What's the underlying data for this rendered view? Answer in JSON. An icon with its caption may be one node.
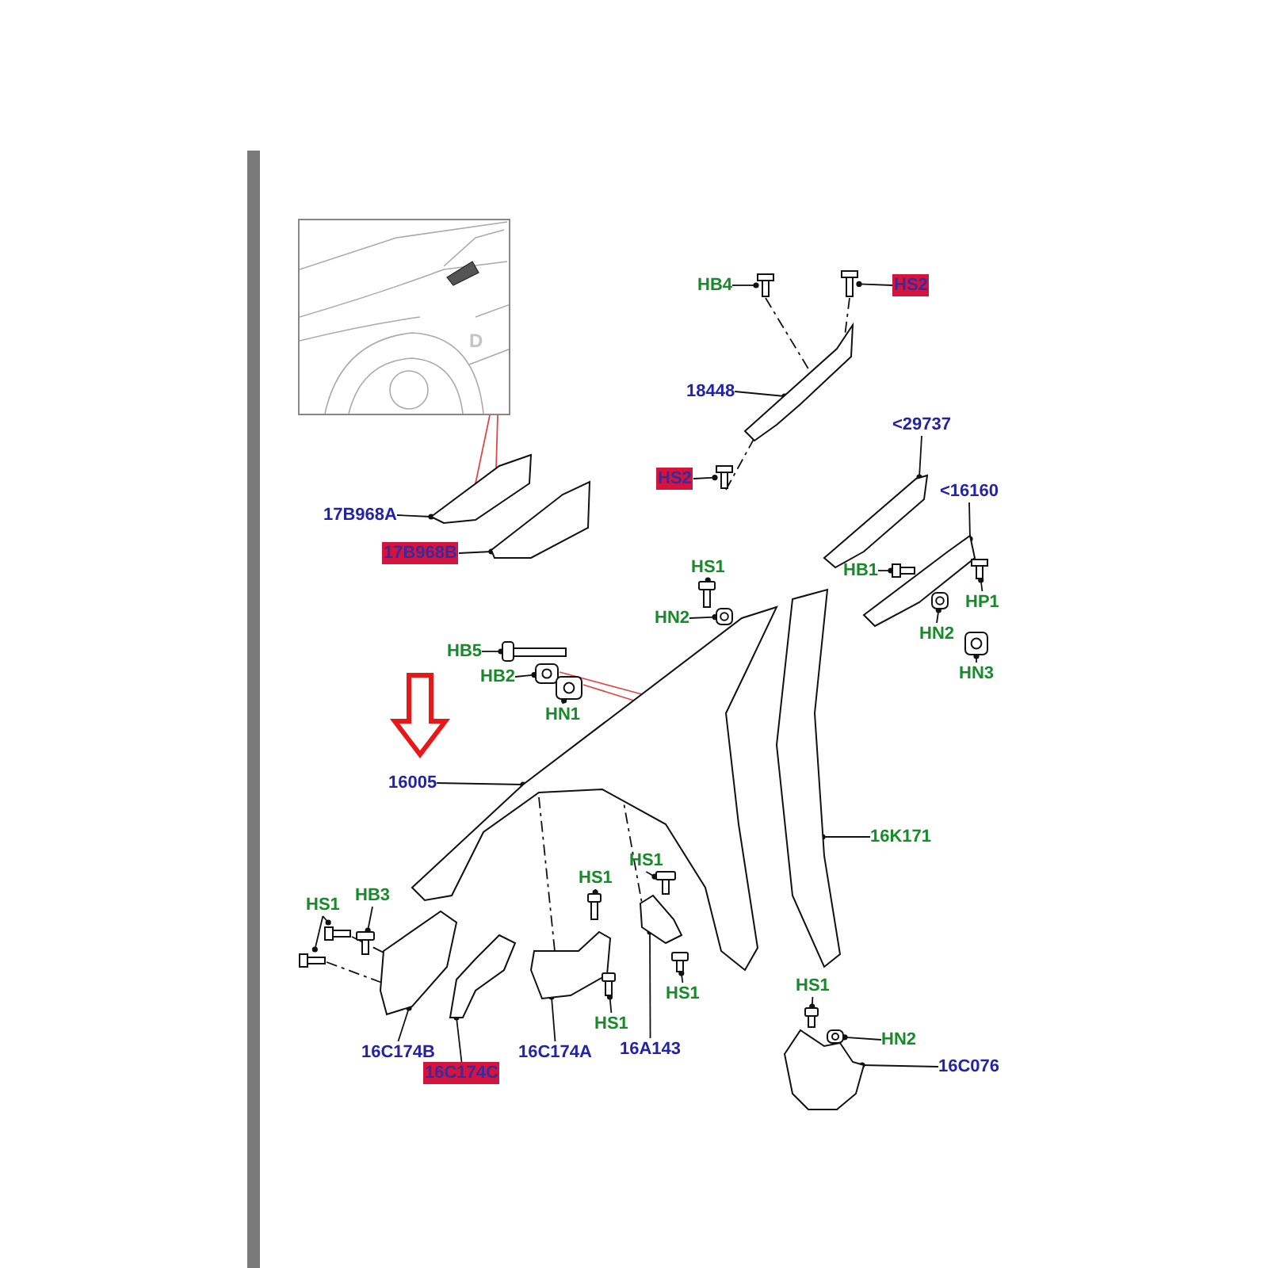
{
  "diagram": {
    "nodes": [
      {
        "text": [],
        "shape": "picture"
      },
      {
        "text": [
          "HB4"
        ]
      },
      {
        "text": [],
        "shape": "picture"
      },
      {
        "text": [
          "HS2"
        ]
      },
      {
        "text": [],
        "shape": "picture"
      },
      {
        "text": [
          "18448"
        ]
      },
      {
        "text": [],
        "shape": "picture"
      },
      {
        "text": [
          "HS2"
        ]
      },
      {
        "text": [],
        "shape": "picture"
      },
      {
        "text": [
          "<29737"
        ]
      },
      {
        "text": [],
        "shape": "picture"
      },
      {
        "text": [
          "<16160"
        ]
      },
      {
        "text": [],
        "shape": "picture"
      },
      {
        "text": [
          "17B968A"
        ]
      },
      {
        "text": [],
        "shape": "picture"
      },
      {
        "text": [
          "17B968B"
        ]
      },
      {
        "text": [],
        "shape": "picture"
      },
      {
        "text": [
          "HS1"
        ]
      },
      {
        "text": [],
        "shape": "picture"
      },
      {
        "text": [
          "HB1"
        ]
      },
      {
        "text": [],
        "shape": "picture"
      },
      {
        "text": [
          "HP1"
        ]
      },
      {
        "text": [],
        "shape": "picture"
      },
      {
        "text": [
          "HN2"
        ]
      },
      {
        "text": [],
        "shape": "picture"
      },
      {
        "text": [
          "HN2"
        ]
      },
      {
        "text": [],
        "shape": "picture"
      },
      {
        "text": [
          "HB5"
        ]
      },
      {
        "text": [],
        "shape": "picture"
      },
      {
        "text": [
          "HN3"
        ]
      },
      {
        "text": [],
        "shape": "picture"
      },
      {
        "text": [
          "HB2"
        ]
      },
      {
        "text": [],
        "shape": "picture"
      },
      {
        "text": [
          "HN1"
        ]
      },
      {
        "text": [],
        "shape": "picture"
      },
      {
        "text": [
          "16005"
        ]
      },
      {
        "text": [],
        "shape": "picture"
      },
      {
        "text": [
          "16K171"
        ]
      },
      {
        "text": [],
        "shape": "picture"
      },
      {
        "text": [
          "HS1"
        ]
      },
      {
        "text": [],
        "shape": "picture"
      },
      {
        "text": [
          "HS1"
        ]
      },
      {
        "text": [],
        "shape": "picture"
      },
      {
        "text": [
          "HS1"
        ]
      },
      {
        "text": [],
        "shape": "picture"
      },
      {
        "text": [],
        "shape": "picture"
      },
      {
        "text": [
          "HB3"
        ]
      },
      {
        "text": [],
        "shape": "picture"
      },
      {
        "text": [],
        "shape": "picture"
      },
      {
        "text": [],
        "shape": "picture"
      },
      {
        "text": [],
        "shape": "picture"
      },
      {
        "text": [],
        "shape": "picture"
      },
      {
        "text": [],
        "shape": "picture"
      },
      {
        "text": [],
        "shape": "picture"
      },
      {
        "text": [
          "HS1"
        ]
      },
      {
        "text": [
          "HS1"
        ]
      },
      {
        "text": [
          "16C174B"
        ]
      },
      {
        "text": [
          "16C174C"
        ]
      },
      {
        "text": [
          "16C174A"
        ]
      },
      {
        "text": [
          "16A143"
        ]
      },
      {
        "text": [
          "HS1"
        ]
      },
      {
        "text": [],
        "shape": "picture"
      },
      {
        "text": [
          "HN2"
        ]
      },
      {
        "text": [],
        "shape": "picture"
      },
      {
        "text": [
          "16C076"
        ]
      },
      {
        "text": [],
        "shape": "picture"
      }
    ],
    "edges": [
      {
        "from": 1,
        "to": 2,
        "arrow": "other"
      },
      {
        "from": 3,
        "to": 4,
        "arrow": "other"
      },
      {
        "from": 5,
        "to": 6,
        "arrow": "other"
      },
      {
        "from": 7,
        "to": 8,
        "arrow": "other"
      },
      {
        "from": 9,
        "to": 10,
        "arrow": "other"
      },
      {
        "from": 11,
        "to": 12,
        "arrow": "other"
      },
      {
        "from": 13,
        "to": 14,
        "arrow": "other"
      },
      {
        "from": 15,
        "to": 16,
        "arrow": "other"
      },
      {
        "from": 17,
        "to": 18,
        "arrow": "other"
      },
      {
        "from": 19,
        "to": 20,
        "arrow": "other"
      },
      {
        "from": 21,
        "to": 22,
        "arrow": "other"
      },
      {
        "from": 23,
        "to": 24,
        "arrow": "other"
      },
      {
        "from": 25,
        "to": 26,
        "arrow": "other"
      },
      {
        "from": 27,
        "to": 28,
        "arrow": "other"
      },
      {
        "from": 29,
        "to": 30,
        "arrow": "other"
      },
      {
        "from": 31,
        "to": 32,
        "arrow": "other"
      },
      {
        "from": 33,
        "to": 34,
        "arrow": "other"
      },
      {
        "from": 35,
        "to": 36,
        "arrow": "other"
      },
      {
        "from": 37,
        "to": 38,
        "arrow": "other"
      },
      {
        "from": 39,
        "to": 40,
        "arrow": "other"
      },
      {
        "from": 41,
        "to": 42,
        "arrow": "other"
      },
      {
        "from": 43,
        "to": 44,
        "arrow": "other"
      },
      {
        "from": 43,
        "to": 45,
        "arrow": "other"
      },
      {
        "from": 46,
        "to": 47,
        "arrow": "other"
      },
      {
        "from": 54,
        "to": 53,
        "arrow": "other"
      },
      {
        "from": 55,
        "to": 52,
        "arrow": "other"
      },
      {
        "from": 56,
        "to": 48,
        "arrow": "other"
      },
      {
        "from": 57,
        "to": 49,
        "arrow": "other"
      },
      {
        "from": 58,
        "to": 50,
        "arrow": "other"
      },
      {
        "from": 59,
        "to": 51,
        "arrow": "other"
      },
      {
        "from": 60,
        "to": 61,
        "arrow": "other"
      },
      {
        "from": 62,
        "to": 63,
        "arrow": "other"
      },
      {
        "from": 64,
        "to": 65,
        "arrow": "other"
      },
      {
        "from": 0,
        "to": 14,
        "arrow": "none",
        "color": "#e04848"
      },
      {
        "from": 0,
        "to": 14,
        "arrow": "none",
        "color": "#e04848"
      },
      {
        "from": 32,
        "to": 36,
        "arrow": "none",
        "color": "#e04848"
      },
      {
        "from": 34,
        "to": 36,
        "arrow": "none",
        "color": "#e04848"
      },
      {
        "from": 2,
        "to": 6,
        "arrow": "none",
        "style": "dashed"
      },
      {
        "from": 4,
        "to": 6,
        "arrow": "none",
        "style": "dashed"
      },
      {
        "from": 8,
        "to": 6,
        "arrow": "none",
        "style": "dashed"
      },
      {
        "from": 36,
        "to": 50,
        "arrow": "none",
        "style": "dashed"
      },
      {
        "from": 36,
        "to": 51,
        "arrow": "none",
        "style": "dashed"
      },
      {
        "from": 44,
        "to": 48,
        "arrow": "none",
        "style": "dashed"
      },
      {
        "from": 45,
        "to": 48,
        "arrow": "none",
        "style": "dashed"
      }
    ],
    "labels": [
      "D"
    ]
  }
}
